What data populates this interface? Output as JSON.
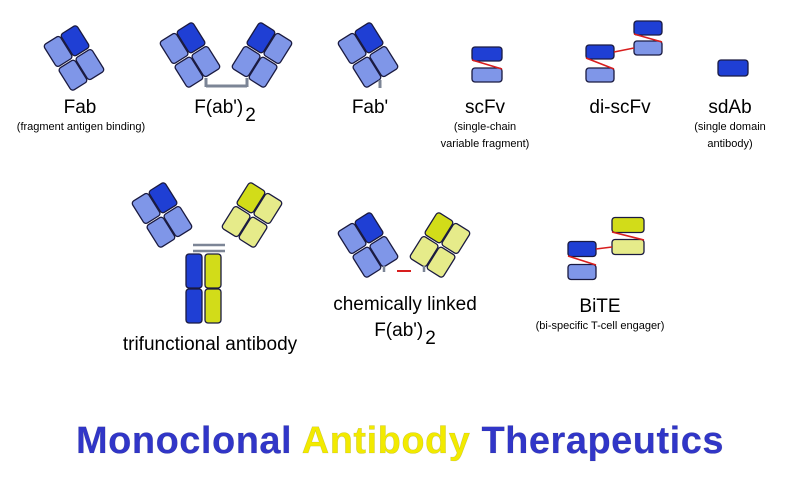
{
  "colors": {
    "dark_blue": "#1f3fd4",
    "light_blue": "#7f96e8",
    "dark_yellow": "#d2dc19",
    "light_yellow": "#e6eb8a",
    "linker_red": "#d81e1e",
    "bond_gray": "#7c8596",
    "title_blue": "#3136c8",
    "title_yellow": "#f2ea00"
  },
  "labels": {
    "fab": "Fab",
    "fab_sub": "(fragment antigen binding)",
    "fab2": "F(ab')",
    "fab2_subscript": "2",
    "fab_prime": "Fab'",
    "scfv": "scFv",
    "scfv_sub_1": "(single-chain",
    "scfv_sub_2": "variable fragment)",
    "discfv": "di-scFv",
    "sdab": "sdAb",
    "sdab_sub_1": "(single domain",
    "sdab_sub_2": "antibody)",
    "trifunctional": "trifunctional antibody",
    "chem_1": "chemically linked",
    "chem_2": "F(ab')",
    "chem_2_subscript": "2",
    "bite": "BiTE",
    "bite_sub": "(bi-specific T-cell engager)"
  },
  "title": {
    "part1": "Monoclonal",
    "part2": "Antibody",
    "part3": "Therapeutics"
  }
}
